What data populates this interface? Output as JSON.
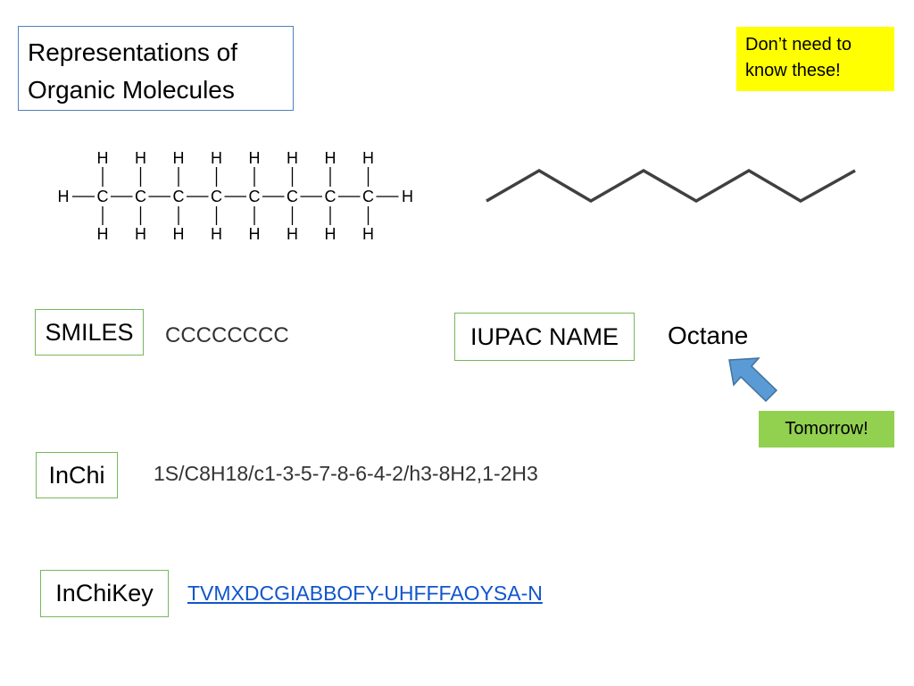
{
  "title": {
    "line1": "Representations of",
    "line2": "Organic Molecules"
  },
  "note": {
    "line1": "Don’t need to",
    "line2": "know these!"
  },
  "structural_formula": {
    "carbon_symbol": "C",
    "hydrogen_symbol": "H",
    "carbon_count": 8
  },
  "skeletal_formula": {
    "description_free": true
  },
  "smiles": {
    "label": "SMILES",
    "value": "CCCCCCCC"
  },
  "iupac": {
    "label": "IUPAC NAME",
    "value": "Octane"
  },
  "tomorrow": {
    "label": "Tomorrow!"
  },
  "inchi": {
    "label": "InChi",
    "value": "1S/C8H18/c1-3-5-7-8-6-4-2/h3-8H2,1-2H3"
  },
  "inchikey": {
    "label": "InChiKey",
    "value": "TVMXDCGIABBOFY-UHFFFAOYSA-N"
  },
  "colors": {
    "title_border": "#4f81bd",
    "label_border": "#77b85a",
    "note_bg": "#ffff00",
    "tomorrow_bg": "#92d050",
    "arrow_fill": "#5b9bd5",
    "link": "#1155cc"
  }
}
